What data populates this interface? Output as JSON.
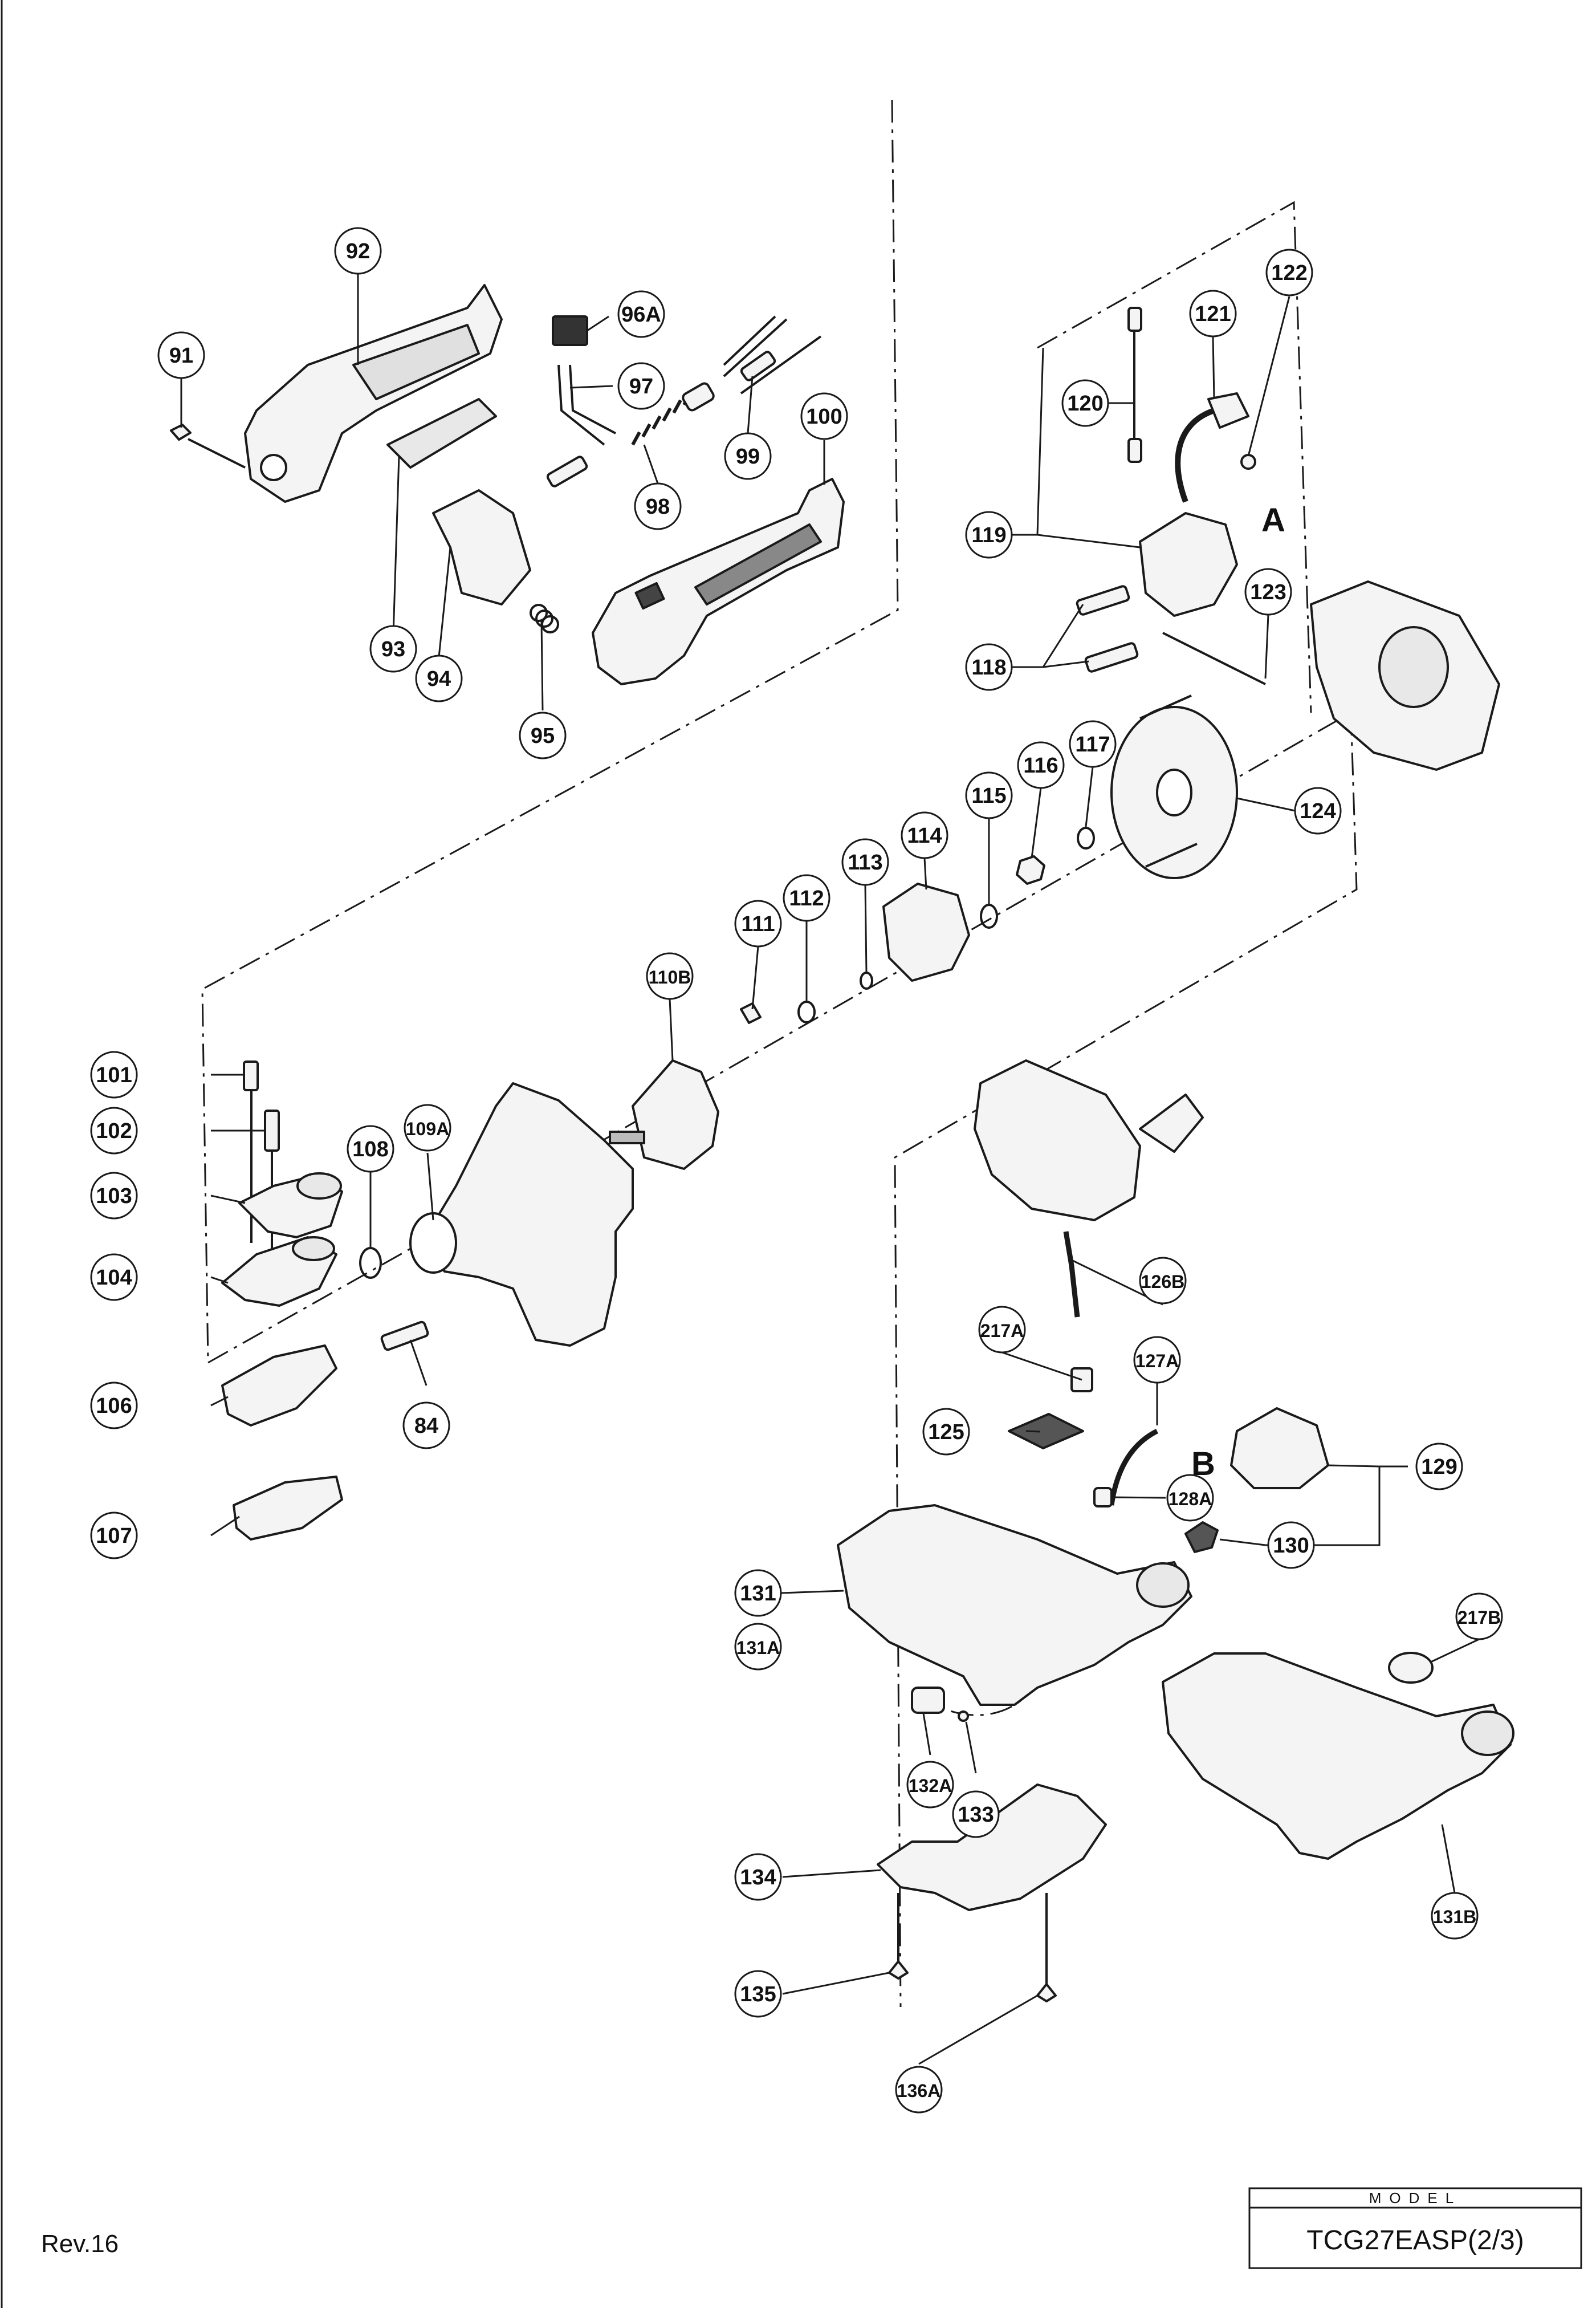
{
  "callouts": [
    {
      "id": "c91",
      "label": "91"
    },
    {
      "id": "c92",
      "label": "92"
    },
    {
      "id": "c93",
      "label": "93"
    },
    {
      "id": "c94",
      "label": "94"
    },
    {
      "id": "c95",
      "label": "95"
    },
    {
      "id": "c96A",
      "label": "96A"
    },
    {
      "id": "c97",
      "label": "97"
    },
    {
      "id": "c98",
      "label": "98"
    },
    {
      "id": "c99",
      "label": "99"
    },
    {
      "id": "c100",
      "label": "100"
    },
    {
      "id": "c101",
      "label": "101"
    },
    {
      "id": "c102",
      "label": "102"
    },
    {
      "id": "c103",
      "label": "103"
    },
    {
      "id": "c104",
      "label": "104"
    },
    {
      "id": "c106",
      "label": "106"
    },
    {
      "id": "c107",
      "label": "107"
    },
    {
      "id": "c108",
      "label": "108"
    },
    {
      "id": "c109A",
      "label": "109A"
    },
    {
      "id": "c84",
      "label": "84"
    },
    {
      "id": "c110B",
      "label": "110B"
    },
    {
      "id": "c111",
      "label": "111"
    },
    {
      "id": "c112",
      "label": "112"
    },
    {
      "id": "c113",
      "label": "113"
    },
    {
      "id": "c114",
      "label": "114"
    },
    {
      "id": "c115",
      "label": "115"
    },
    {
      "id": "c116",
      "label": "116"
    },
    {
      "id": "c117",
      "label": "117"
    },
    {
      "id": "c118",
      "label": "118"
    },
    {
      "id": "c119",
      "label": "119"
    },
    {
      "id": "c120",
      "label": "120"
    },
    {
      "id": "c121",
      "label": "121"
    },
    {
      "id": "c122",
      "label": "122"
    },
    {
      "id": "c123",
      "label": "123"
    },
    {
      "id": "c124",
      "label": "124"
    },
    {
      "id": "c125",
      "label": "125"
    },
    {
      "id": "c126B",
      "label": "126B"
    },
    {
      "id": "c127A",
      "label": "127A"
    },
    {
      "id": "c128A",
      "label": "128A"
    },
    {
      "id": "c129",
      "label": "129"
    },
    {
      "id": "c130",
      "label": "130"
    },
    {
      "id": "c131",
      "label": "131"
    },
    {
      "id": "c131A",
      "label": "131A"
    },
    {
      "id": "c131B",
      "label": "131B"
    },
    {
      "id": "c132A",
      "label": "132A"
    },
    {
      "id": "c133",
      "label": "133"
    },
    {
      "id": "c134",
      "label": "134"
    },
    {
      "id": "c135",
      "label": "135"
    },
    {
      "id": "c136A",
      "label": "136A"
    },
    {
      "id": "c217A",
      "label": "217A"
    },
    {
      "id": "c217B",
      "label": "217B"
    }
  ],
  "markers": {
    "a": "A",
    "b": "B"
  },
  "revision": "Rev.16",
  "model_box": {
    "caption": "MODEL",
    "value": "TCG27EASP(2/3)"
  },
  "colors": {
    "line": "#1a1a1a",
    "part_fill": "#f4f4f4",
    "part_dark": "#555555",
    "background": "#ffffff"
  }
}
